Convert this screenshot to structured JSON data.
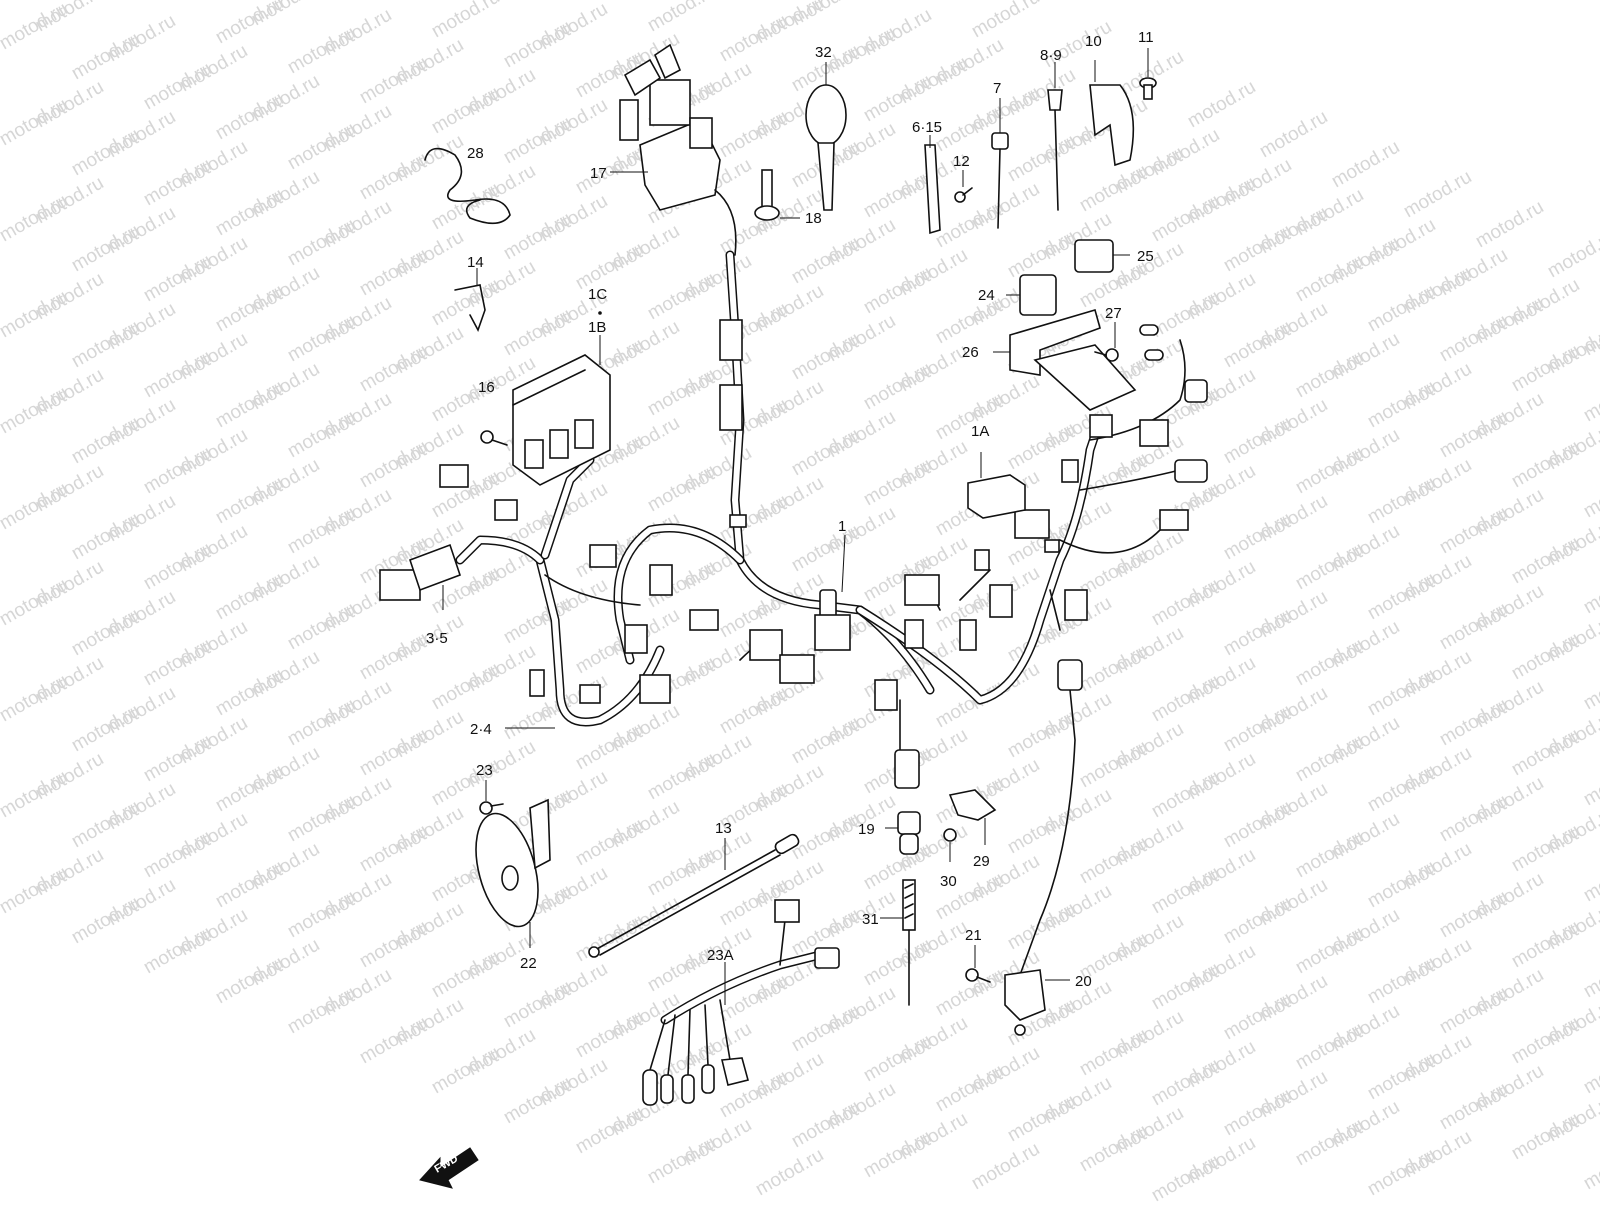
{
  "watermark": {
    "text": "motod.ru",
    "color": "#d6d6d6"
  },
  "fwd_arrow": {
    "label": "FWD"
  },
  "callouts": [
    {
      "id": "c1",
      "text": "1"
    },
    {
      "id": "c1a",
      "text": "1A"
    },
    {
      "id": "c1b",
      "text": "1B"
    },
    {
      "id": "c1c",
      "text": "1C"
    },
    {
      "id": "c24",
      "text": "2·4"
    },
    {
      "id": "c35",
      "text": "3·5"
    },
    {
      "id": "c615",
      "text": "6·15"
    },
    {
      "id": "c7",
      "text": "7"
    },
    {
      "id": "c89",
      "text": "8·9"
    },
    {
      "id": "c10",
      "text": "10"
    },
    {
      "id": "c11",
      "text": "11"
    },
    {
      "id": "c12",
      "text": "12"
    },
    {
      "id": "c13",
      "text": "13"
    },
    {
      "id": "c14",
      "text": "14"
    },
    {
      "id": "c16",
      "text": "16"
    },
    {
      "id": "c17",
      "text": "17"
    },
    {
      "id": "c18",
      "text": "18"
    },
    {
      "id": "c19",
      "text": "19"
    },
    {
      "id": "c20",
      "text": "20"
    },
    {
      "id": "c21",
      "text": "21"
    },
    {
      "id": "c22",
      "text": "22"
    },
    {
      "id": "c23",
      "text": "23"
    },
    {
      "id": "c23a",
      "text": "23A"
    },
    {
      "id": "c24b",
      "text": "24"
    },
    {
      "id": "c25",
      "text": "25"
    },
    {
      "id": "c26",
      "text": "26"
    },
    {
      "id": "c27",
      "text": "27"
    },
    {
      "id": "c28",
      "text": "28"
    },
    {
      "id": "c29",
      "text": "29"
    },
    {
      "id": "c30",
      "text": "30"
    },
    {
      "id": "c31",
      "text": "31"
    },
    {
      "id": "c32",
      "text": "32"
    }
  ]
}
